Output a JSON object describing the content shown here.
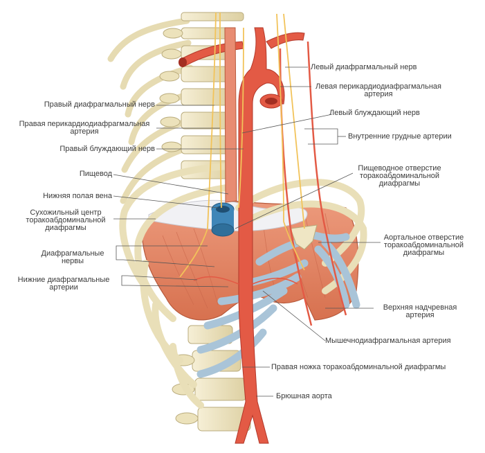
{
  "labels": {
    "left_diaphragmatic_nerve": "Левый диафрагмальный нерв",
    "left_pericardiophrenic_artery": "Левая перикардиодиафрагмальная артерия",
    "left_vagus_nerve": "Левый блуждающий нерв",
    "internal_thoracic_arteries": "Внутренние грудные артерии",
    "esophageal_hiatus": "Пищеводное отверстие торакоабдоминальной диафрагмы",
    "aortic_hiatus": "Аортальное отверстие торакоабдоминальной диафрагмы",
    "superior_epigastric_artery": "Верхняя надчревная артерия",
    "musculophrenic_artery": "Мышечнодиафрагмальная артерия",
    "right_crus": "Правая ножка торакоабдоминальной диафрагмы",
    "abdominal_aorta": "Брюшная аорта",
    "right_diaphragmatic_nerve": "Правый диафрагмальный нерв",
    "right_pericardiophrenic_artery": "Правая перикардиодиафрагмальная артерия",
    "right_vagus_nerve": "Правый блуждающий нерв",
    "esophagus": "Пищевод",
    "inferior_vena_cava": "Нижняя полая вена",
    "central_tendon": "Сухожильный центр торакоабдоминальной диафрагмы",
    "diaphragmatic_nerves": "Диафрагмальные нервы",
    "inferior_phrenic_arteries": "Нижние диафрагмальные артерии"
  },
  "colors": {
    "bone": "#efe6c4",
    "bone_outline": "#b9ab7c",
    "cartilage": "#a9c4d8",
    "muscle": "#e3886a",
    "muscle_dark": "#c9664a",
    "artery": "#e35a45",
    "nerve": "#f2c35a",
    "vein": "#3f86b8",
    "tendon": "#f0f0f2",
    "leader_line": "#555555"
  }
}
